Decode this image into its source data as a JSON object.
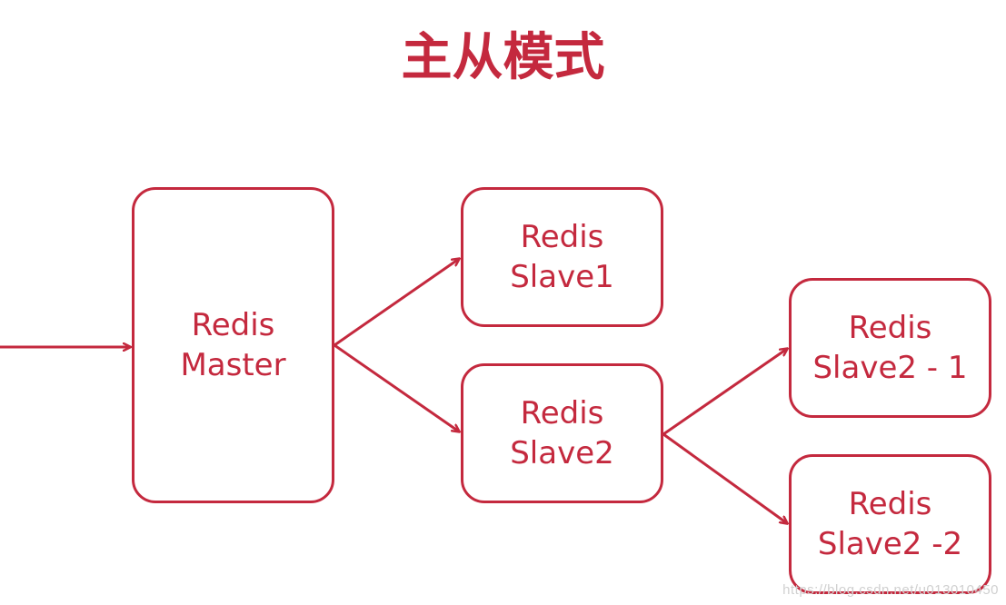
{
  "title": "主从模式",
  "colors": {
    "accent": "#c4293e",
    "background": "#ffffff",
    "watermark": "#d0d0d0"
  },
  "nodes": {
    "master": {
      "line1": "Redis",
      "line2": "Master"
    },
    "slave1": {
      "line1": "Redis",
      "line2": "Slave1"
    },
    "slave2": {
      "line1": "Redis",
      "line2": "Slave2"
    },
    "slave2_1": {
      "line1": "Redis",
      "line2": "Slave2 - 1"
    },
    "slave2_2": {
      "line1": "Redis",
      "line2": "Slave2 -2"
    }
  },
  "edges": [
    {
      "from": "external",
      "to": "master"
    },
    {
      "from": "master",
      "to": "slave1"
    },
    {
      "from": "master",
      "to": "slave2"
    },
    {
      "from": "slave2",
      "to": "slave2_1"
    },
    {
      "from": "slave2",
      "to": "slave2_2"
    }
  ],
  "watermark": "https://blog.csdn.net/u013010450"
}
